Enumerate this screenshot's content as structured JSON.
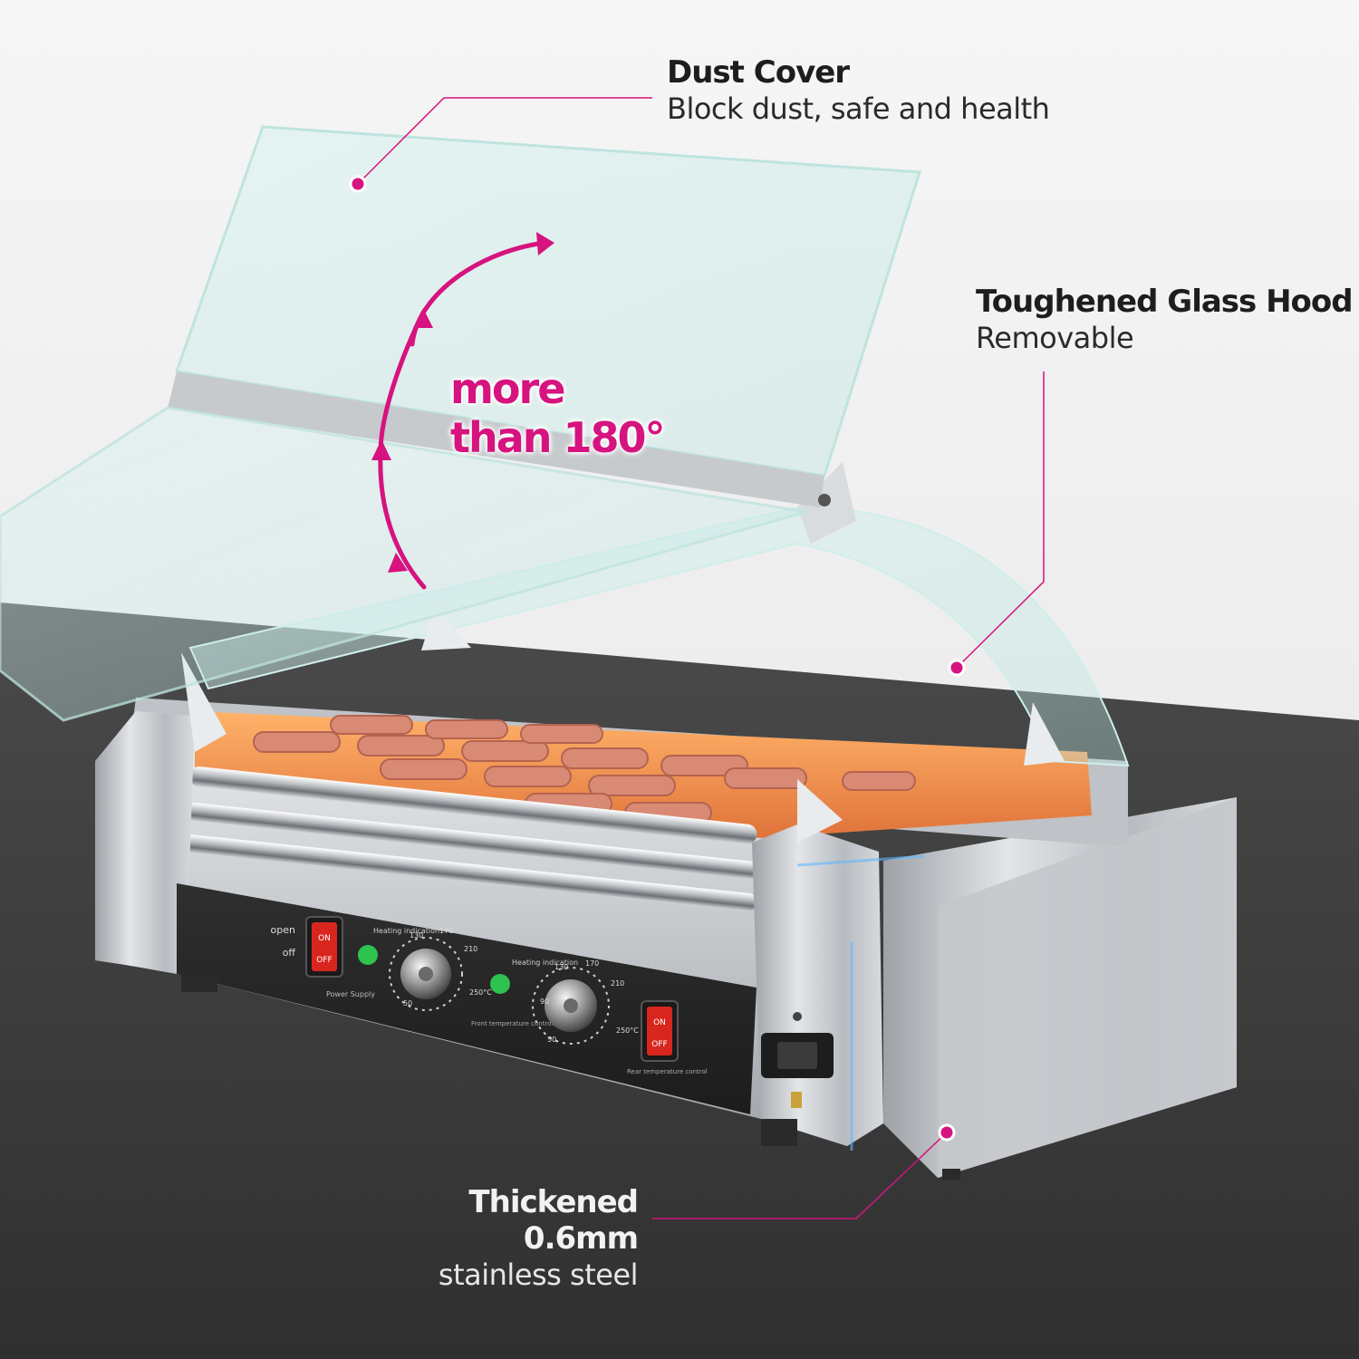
{
  "callouts": {
    "dust_cover": {
      "title": "Dust Cover",
      "subtitle": "Block dust, safe and health"
    },
    "glass_hood": {
      "title": "Toughened Glass Hood",
      "subtitle": "Removable"
    },
    "steel": {
      "title": "Thickened 0.6mm",
      "subtitle": "stainless steel"
    }
  },
  "angle": {
    "line1": "more",
    "line2": "than 180°"
  },
  "control_panel": {
    "switch_on": "ON",
    "switch_off": "OFF",
    "switch_label_open": "open",
    "switch_label_off": "off",
    "power_label": "Power Supply",
    "heating_label": "Heating indication",
    "front_control": "Front temperature control",
    "rear_control": "Rear temperature control",
    "dial_ticks": [
      "50",
      "90",
      "130",
      "170",
      "210",
      "250°C"
    ]
  },
  "colors": {
    "accent": "#d6137f",
    "countertop": "#3a3a3a",
    "steel": "#c9ccd0",
    "glass": "#bfe8e4",
    "indicator_green": "#2ec24f",
    "switch_red": "#d8261f"
  }
}
